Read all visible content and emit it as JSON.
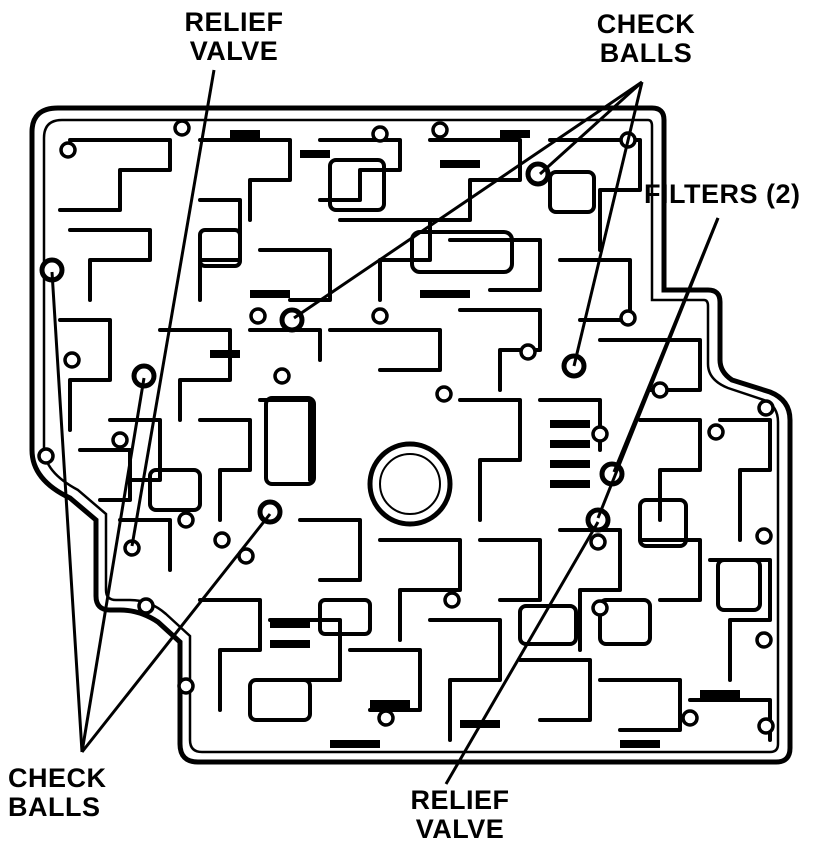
{
  "diagram": {
    "callouts": {
      "relief_valve_top": {
        "line1": "RELIEF",
        "line2": "VALVE"
      },
      "check_balls_top": {
        "line1": "CHECK",
        "line2": "BALLS"
      },
      "filters": {
        "line1": "FILTERS (2)"
      },
      "check_balls_bottom": {
        "line1": "CHECK",
        "line2": "BALLS"
      },
      "relief_valve_bottom": {
        "line1": "RELIEF",
        "line2": "VALVE"
      }
    },
    "colors": {
      "ink": "#000000",
      "paper": "#ffffff"
    }
  }
}
